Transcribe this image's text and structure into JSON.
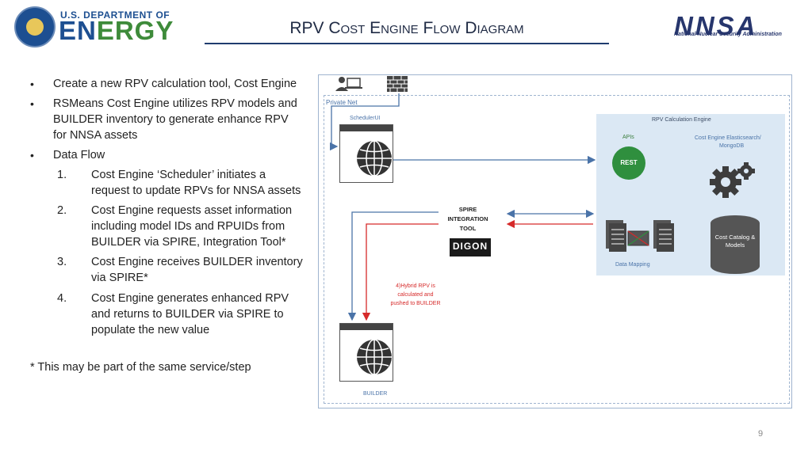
{
  "header": {
    "doe_small": "U.S. DEPARTMENT OF",
    "doe_big_a": "EN",
    "doe_big_b": "ERGY",
    "title": "RPV Cost Engine Flow Diagram",
    "nnsa_logo": "NNSA",
    "nnsa_sub": "National Nuclear Security Administration"
  },
  "bullets": {
    "b1": "Create a new RPV calculation tool, Cost Engine",
    "b2_l1": "RSMeans Cost Engine utilizes RPV models and",
    "b2_l2": "BUILDER inventory to generate enhance RPV",
    "b2_l3": "for NNSA assets",
    "b3": "Data Flow",
    "n1_num": "1.",
    "n1_l1": "Cost Engine ‘Scheduler’ initiates a",
    "n1_l2": "request to update RPVs for NNSA assets",
    "n2_num": "2.",
    "n2_l1": "Cost Engine requests asset information",
    "n2_l2": "including model IDs and RPUIDs from",
    "n2_l3": "BUILDER via SPIRE, Integration Tool*",
    "n3_num": "3.",
    "n3_l1": "Cost Engine receives BUILDER inventory",
    "n3_l2": "via SPIRE*",
    "n4_num": "4.",
    "n4_l1": "Cost Engine generates enhanced RPV",
    "n4_l2": "and returns to BUILDER via SPIRE to",
    "n4_l3": "populate the new value",
    "footnote": "* This may be part of the same service/step"
  },
  "diagram": {
    "private_net": "Private Net",
    "scheduler_ui": "SchedulerUI",
    "rpv_calc_engine": "RPV Calculation Engine",
    "apis": "APIs",
    "rest": "REST",
    "cost_engine_es_1": "Cost Engine Elasticsearch/",
    "cost_engine_es_2": "MongoDB",
    "cost_catalog_1": "Cost Catalog &",
    "cost_catalog_2": "Models",
    "data_mapping": "Data Mapping",
    "spire_1": "SPIRE",
    "spire_2": "INTEGRATION",
    "spire_3": "TOOL",
    "digon": "DIGON",
    "hybrid_1": "4)Hybrid RPV is",
    "hybrid_2": "calculated and",
    "hybrid_3": "pushed to BUILDER",
    "builder": "BUILDER"
  },
  "page_number": "9",
  "colors": {
    "accent_blue": "#4a73a8",
    "arrow_red": "#d62a2a",
    "rest_green": "#2f8f3e",
    "calc_bg": "#dbe8f4"
  }
}
